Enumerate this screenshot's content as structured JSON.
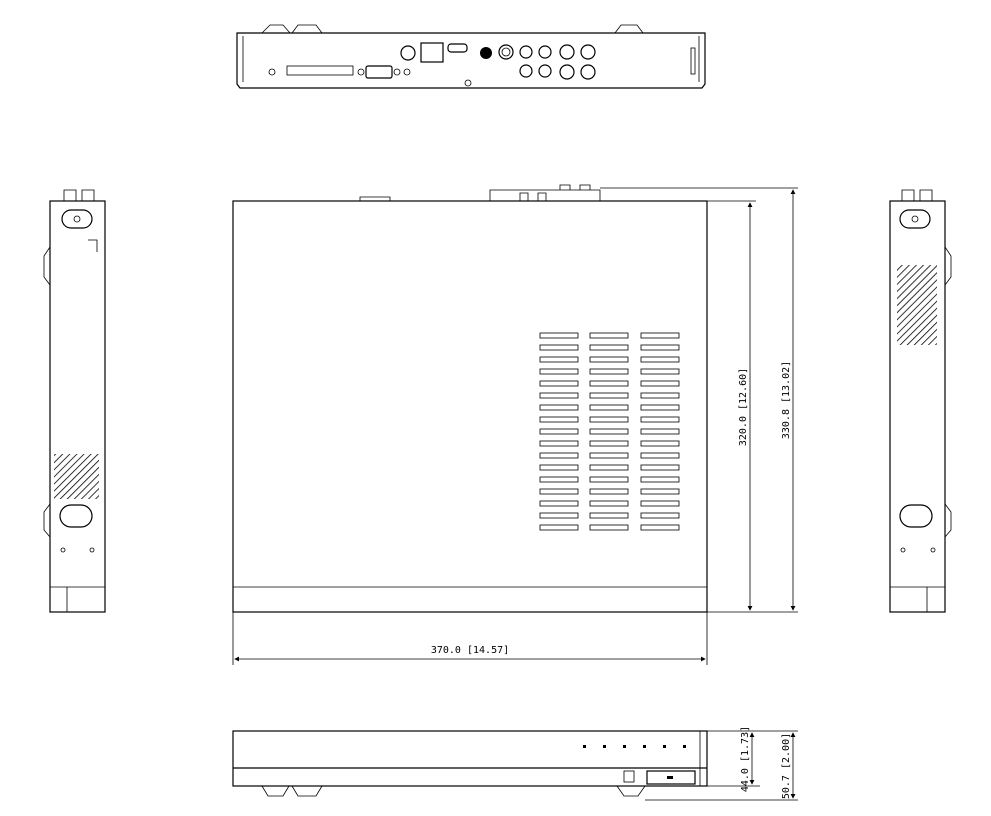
{
  "dimensions": {
    "width": {
      "mm": "370.0",
      "in": "[14.57]"
    },
    "depth_body": {
      "mm": "320.0",
      "in": "[12.60]"
    },
    "depth_total": {
      "mm": "330.8",
      "in": "[13.02]"
    },
    "height_body": {
      "mm": "44.0",
      "in": "[1.73]"
    },
    "height_total": {
      "mm": "50.7",
      "in": "[2.00]"
    }
  },
  "views": [
    "rear-view",
    "top-view",
    "left-side-view",
    "right-side-view",
    "front-view"
  ],
  "vent_grid": {
    "columns": 3,
    "rows": 17
  },
  "front_indicator_leds": 6
}
